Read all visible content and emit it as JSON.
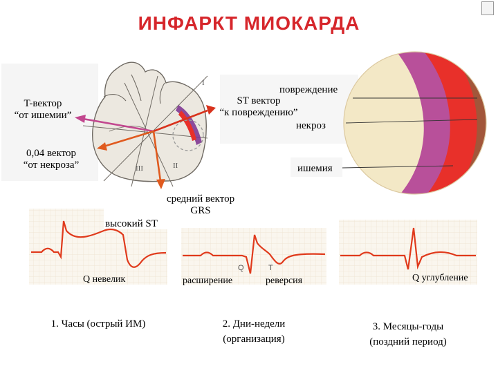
{
  "title": "ИНФАРКТ  МИОКАРДА",
  "labels": {
    "t_vector_1": "T-вектор",
    "t_vector_2": "“от ишемии”",
    "st_vector_1": "ST вектор",
    "st_vector_2": "“к повреждению”",
    "damage": "повреждение",
    "necrosis": "некроз",
    "q_vector_1": "0,04 вектор",
    "q_vector_2": "“от некроза”",
    "ischemia": "ишемия",
    "mean_vector_1": "средний вектор",
    "mean_vector_2": "GRS",
    "high_st": "высокий ST",
    "lead_roman": [
      "I",
      "II",
      "III"
    ]
  },
  "ecg": {
    "panel1_note": "Q невелик",
    "panel2_note_a": "расширение",
    "panel2_note_b": "реверсия",
    "panel2_q": "Q",
    "panel2_t": "T",
    "panel3_note": "Q углубление"
  },
  "stages": [
    {
      "line1": "1. Часы (острый ИМ)",
      "line2": ""
    },
    {
      "line1": "2. Дни-недели",
      "line2": "(организация)"
    },
    {
      "line1": "3. Месяцы-годы",
      "line2": "(поздний период)"
    }
  ],
  "colors": {
    "title": "#d6262b",
    "ecg_trace": "#e03a1c",
    "necrosis": "#7a2e8e",
    "damage": "#e8302a",
    "ischemia": "#b8509a",
    "grid": "#f1e7d6"
  }
}
